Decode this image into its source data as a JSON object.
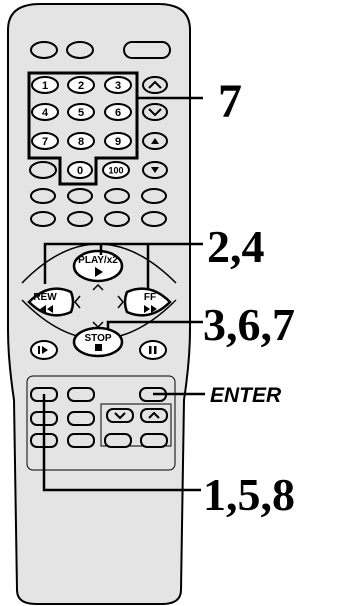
{
  "remote": {
    "numpad": [
      "1",
      "2",
      "3",
      "4",
      "5",
      "6",
      "7",
      "8",
      "9",
      "0",
      "100"
    ],
    "transport": {
      "play": "PLAY/x2",
      "rew": "REW",
      "ff": "FF",
      "stop": "STOP"
    }
  },
  "callouts": {
    "top": "7",
    "play_ff_rew": "2,4",
    "stop": "3,6,7",
    "enter": "ENTER",
    "bottom": "1,5,8"
  }
}
